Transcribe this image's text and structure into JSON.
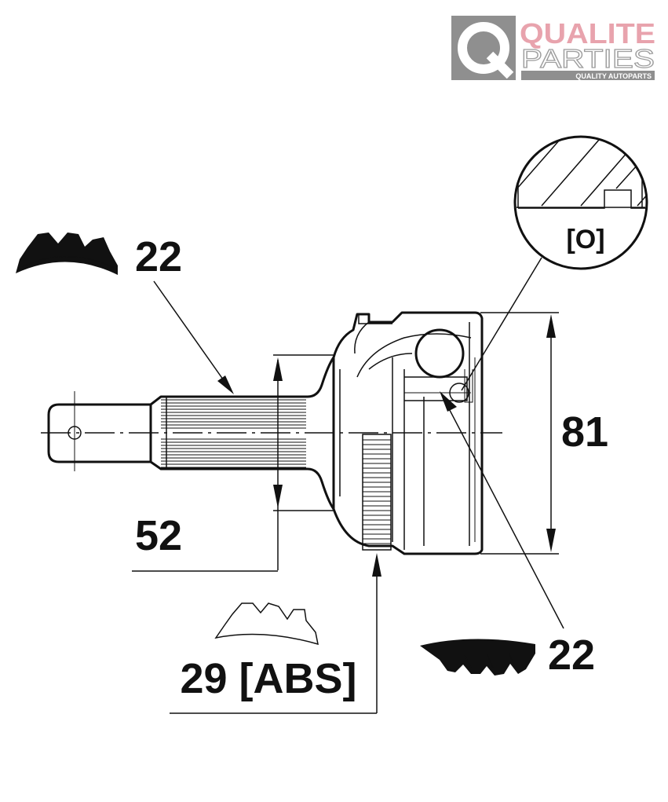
{
  "logo": {
    "letter": "Q",
    "brand_top": "QUALITE",
    "brand_bottom": "PARTIES",
    "tagline": "QUALITY AUTOPARTS",
    "colors": {
      "pink": "#e8a3ad",
      "gray": "#9d9d9d",
      "dark_gray": "#6e6e6e"
    }
  },
  "detail_label": "[O]",
  "dimensions": {
    "outer_spline_count": "22",
    "inner_spline_count": "22",
    "seal_diameter": "52",
    "outer_diameter": "81",
    "abs_teeth": "29 [ABS]"
  },
  "icons": [
    "external-spline-icon",
    "abs-ring-icon",
    "internal-spline-icon"
  ]
}
